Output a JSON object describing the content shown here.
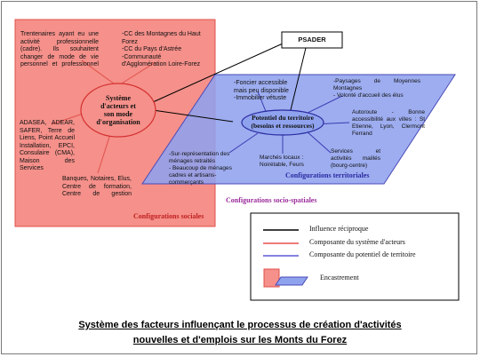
{
  "nodes": {
    "psader": "PSADER",
    "actors": [
      "Système",
      "d'acteurs et",
      "son mode",
      "d'organisation"
    ],
    "potential": [
      "Potentiel du territoire",
      "(besoins et ressources)"
    ]
  },
  "zones": {
    "social": "Configurations sociales",
    "territorial": "Configurations territoriales",
    "socio_spatial": "Configurations socio-spatiales"
  },
  "actor_blocks": {
    "neo": "Trentenaires ayant eu une activité professionnelle (cadre). Ils souhaitent changer de mode de vie personnel et professionnel",
    "cc": "-CC des Montagnes du Haut Forez\n-CC du Pays d'Astrée\n-Communauté d'Agglomération Loire-Forez",
    "orgs": "ADASEA, ADEAR, SAFER, Terre de Liens, Point Accueil Installation, EPCI, Consulaire (CMA), Maison des Services",
    "banks": "Banques, Notaires, Elus, Centre de formation, Centre de gestion"
  },
  "territory_blocks": {
    "foncier": "-Foncier accessible mais peu disponible\n-Immobilier vétuste",
    "paysages": "-Paysages de Moyennes Montagnes\n- Volonté d'accueil des élus",
    "autoroute": "Autoroute - Bonne accessibilité aux villes : St Etienne, Lyon, Clermont Ferrand",
    "menages": "-Sur-représentation des ménages retraités\n- Beaucoup de ménages cadres et artisans-commerçants",
    "marches": "Marchés locaux : Noirétable, Feurs",
    "services": "Services et activités maillés (bourg-centre)"
  },
  "legend": {
    "items": [
      {
        "label": "Influence réciproque",
        "color": "#000000"
      },
      {
        "label": "Composante du système d'acteurs",
        "color": "#e8504a"
      },
      {
        "label": "Composante du potentiel de territoire",
        "color": "#5a5ad6"
      },
      {
        "label": "Encastrement",
        "color": "#f58c86"
      }
    ]
  },
  "caption": {
    "line1": "Système des facteurs influençant le processus de création d'activités",
    "line2": "nouvelles et d'emplois sur les Monts du Forez"
  },
  "colors": {
    "social_fill": "#f5908a",
    "social_stroke": "#e0504a",
    "territory_fill": "#8fa2ee",
    "territory_stroke": "#4a4ab8",
    "zone_label_red": "#c02020",
    "zone_label_blue": "#2a2aa0",
    "zone_label_purple": "#9a2a9a"
  }
}
